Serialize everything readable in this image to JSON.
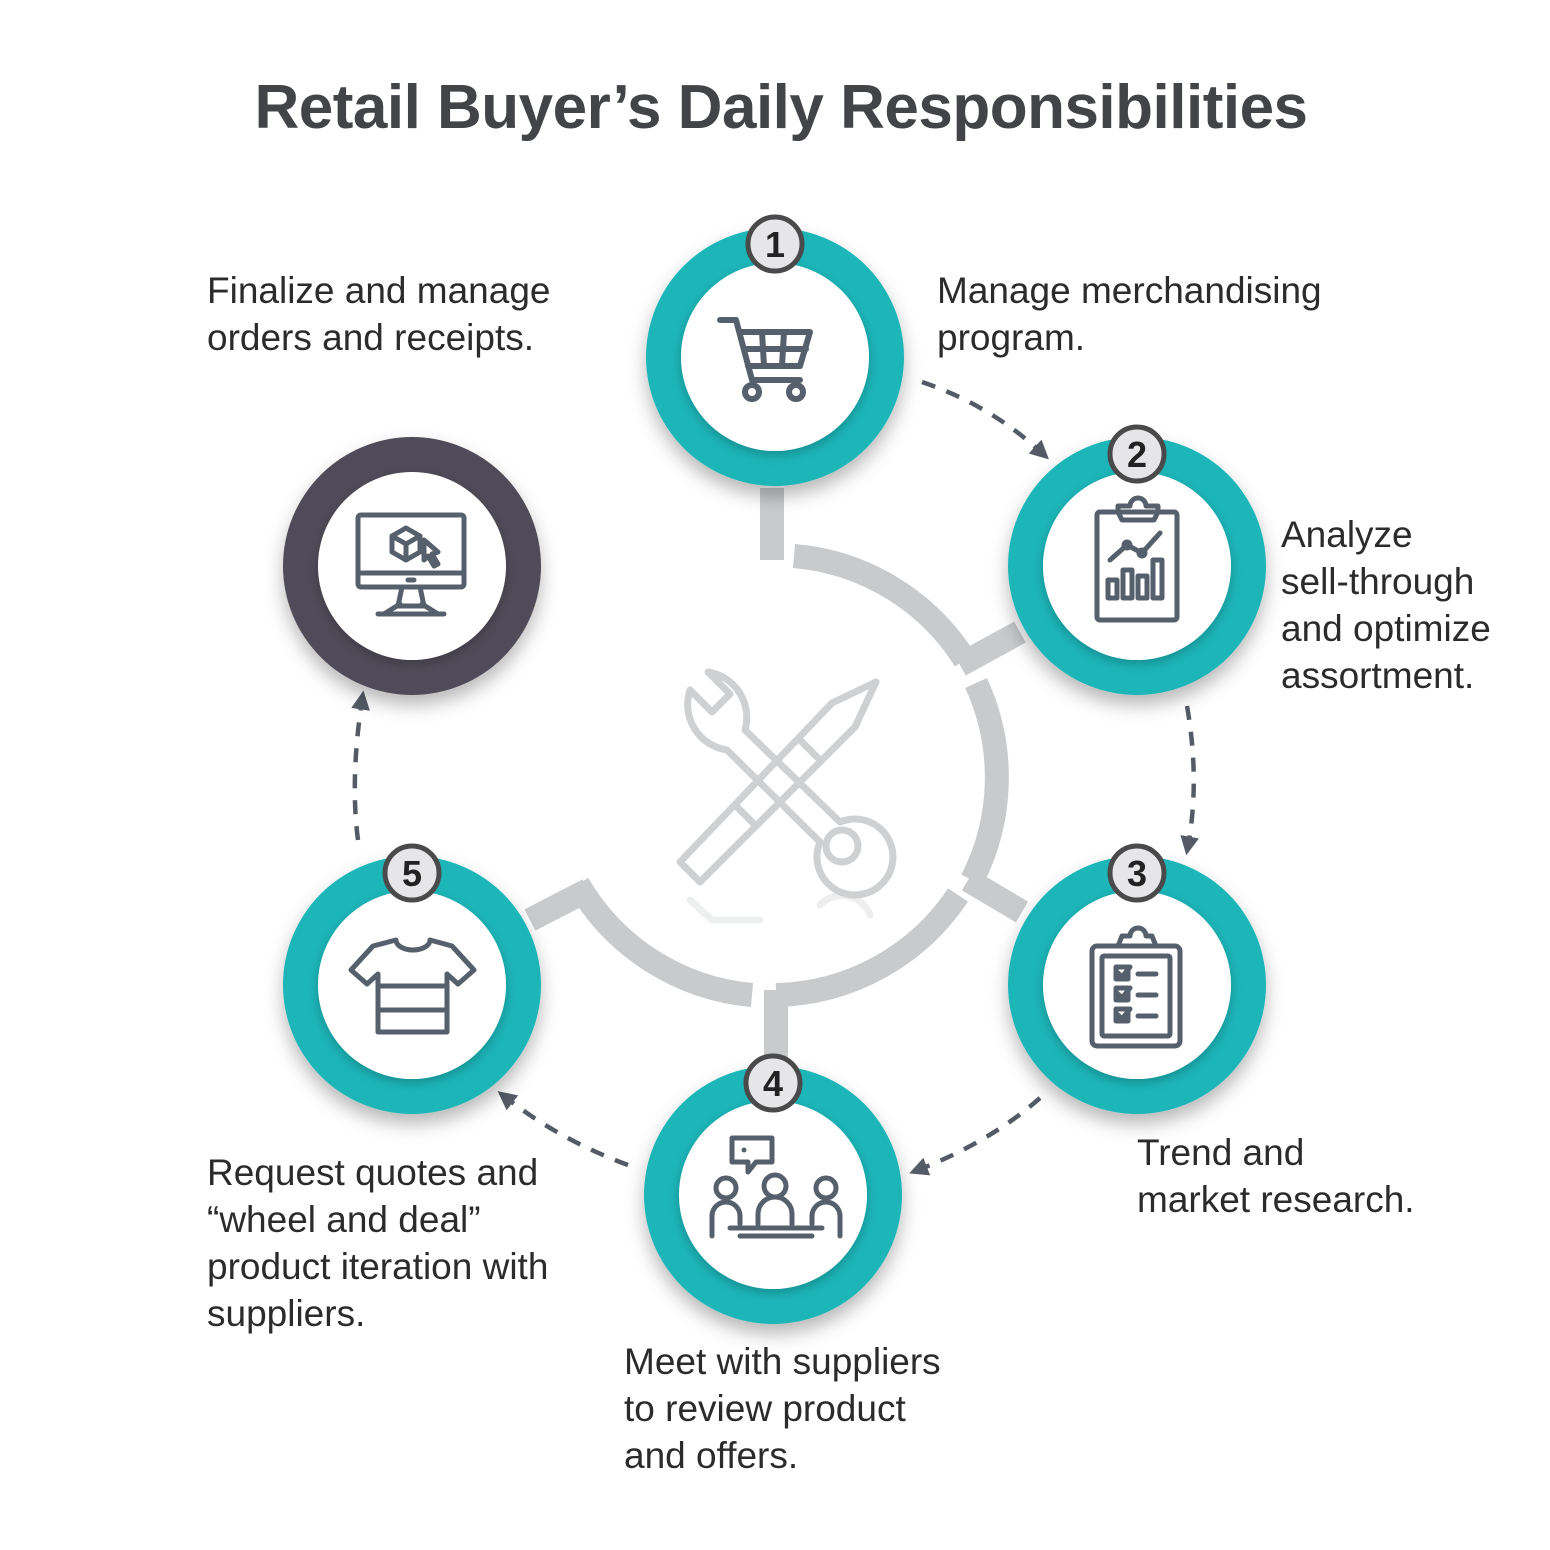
{
  "title": "Retail Buyer’s Daily Responsibilities",
  "colors": {
    "teal": "#1fb5b8",
    "dark": "#4f4c59",
    "connector": "#c9cacc",
    "arrow": "#555b66",
    "icon": "#56606c",
    "badge_fill": "#e6e6e8",
    "badge_border": "#4a4a4a"
  },
  "steps": [
    {
      "number": "1",
      "icon": "shopping-cart-icon",
      "lines": [
        "Manage merchandising",
        "program."
      ]
    },
    {
      "number": "2",
      "icon": "clipboard-chart-icon",
      "lines": [
        "Analyze",
        "sell-through",
        "and optimize",
        "assortment."
      ]
    },
    {
      "number": "3",
      "icon": "checklist-clipboard-icon",
      "lines": [
        "Trend and",
        "market research."
      ]
    },
    {
      "number": "4",
      "icon": "meeting-people-icon",
      "lines": [
        "Meet with suppliers",
        "to review product",
        "and offers."
      ]
    },
    {
      "number": "5",
      "icon": "tshirt-icon",
      "lines": [
        "Request quotes and",
        "“wheel and deal”",
        "product iteration with",
        "suppliers."
      ]
    },
    {
      "number": "",
      "icon": "computer-order-icon",
      "lines": [
        "Finalize and manage",
        "orders and receipts."
      ]
    }
  ],
  "center_icon": "wrench-pen-icon"
}
